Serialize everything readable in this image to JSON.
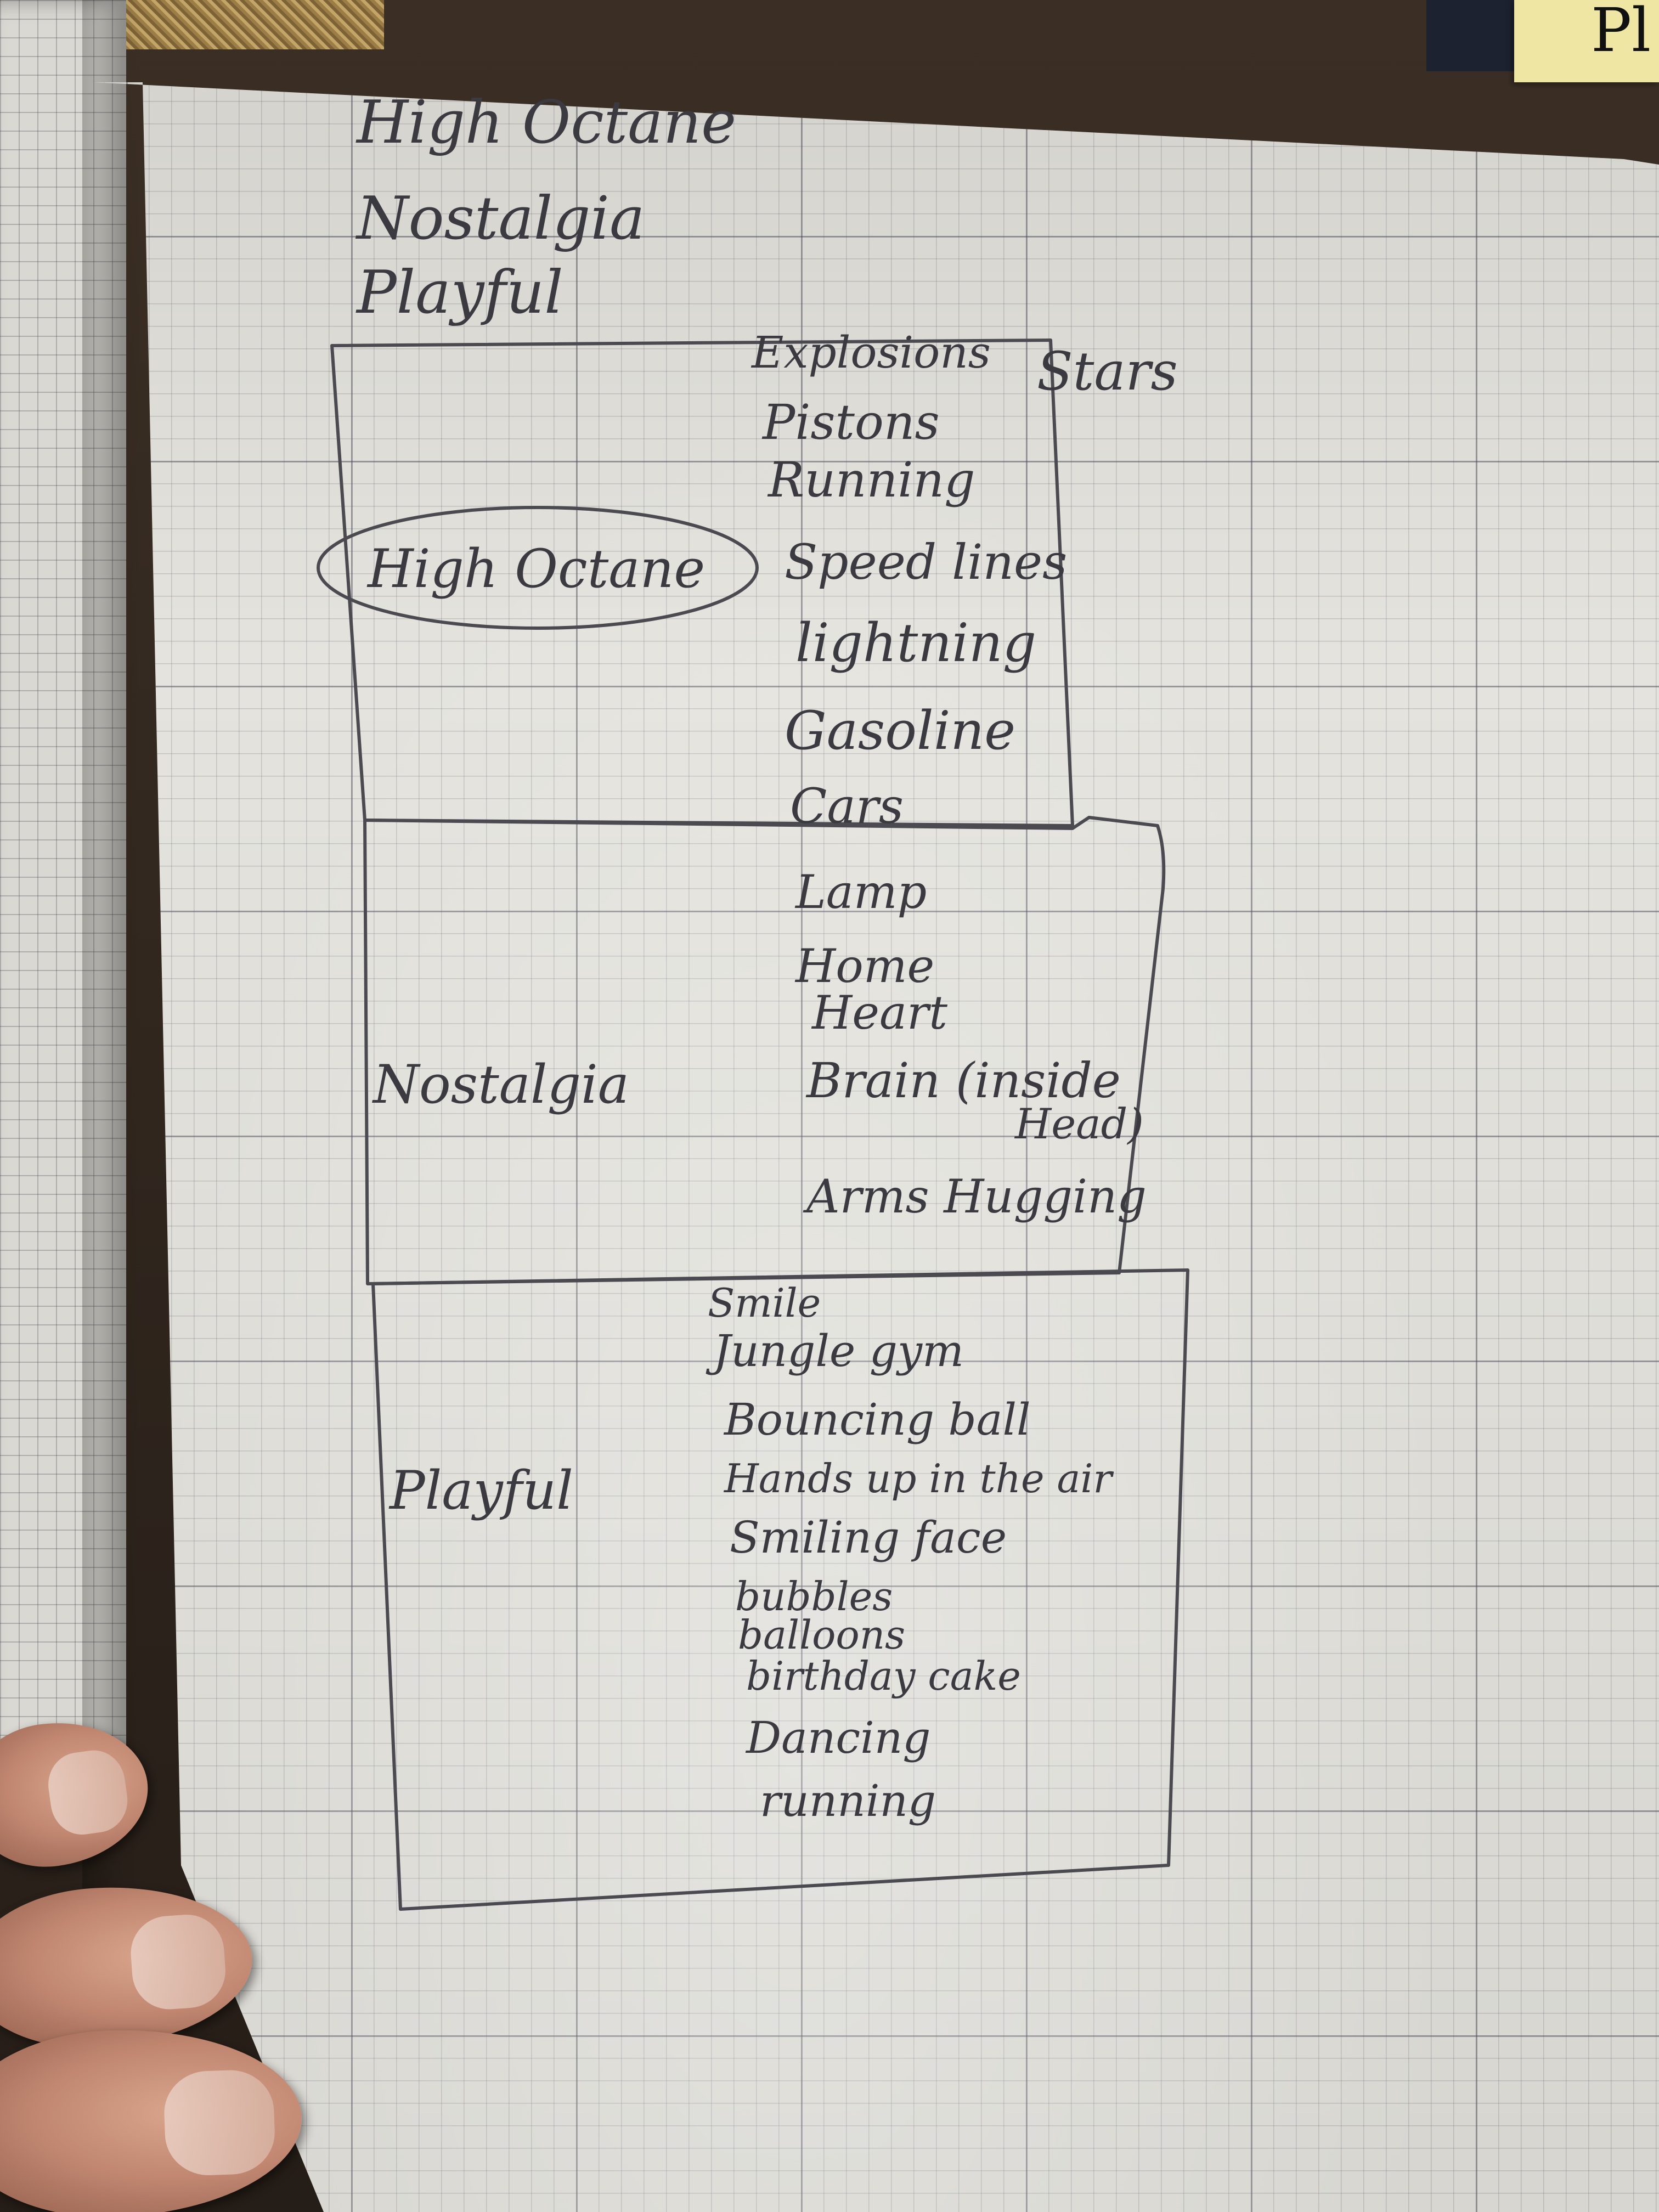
{
  "title_list": [
    "High Octane",
    "Nostalgia",
    "Playful"
  ],
  "sections": [
    {
      "label": "High Octane",
      "items": [
        "Explosions",
        "Pistons",
        "Running",
        "Speed lines",
        "lightning",
        "Gasoline",
        "Cars"
      ],
      "side_note": "Stars"
    },
    {
      "label": "Nostalgia",
      "items": [
        "Lamp",
        "Home",
        "Heart",
        "Brain (inside",
        "Head)",
        "Arms Hugging"
      ]
    },
    {
      "label": "Playful",
      "items": [
        "Smile",
        "Jungle gym",
        "Bouncing ball",
        "Hands up in the air",
        "Smiling face",
        "bubbles",
        "balloons",
        "birthday cake",
        "Dancing",
        "running"
      ]
    }
  ],
  "sticky_note_text": "Pl",
  "colors": {
    "pencil": "#3a3a40",
    "paper": "#e4e3dd",
    "grid": "#50505f"
  }
}
